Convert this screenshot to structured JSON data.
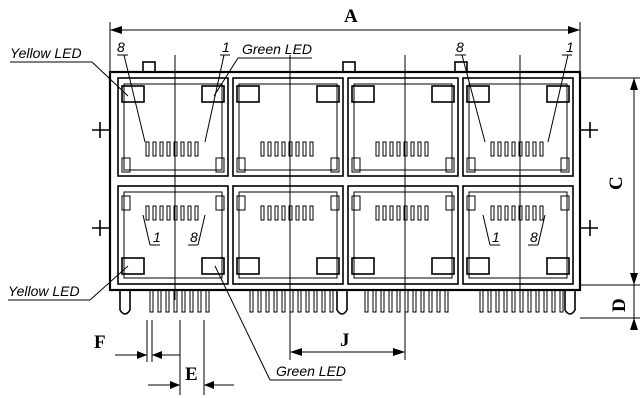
{
  "labels": {
    "yellow_led_top": "Yellow LED",
    "green_led_top": "Green LED",
    "yellow_led_bottom": "Yellow LED",
    "green_led_bottom": "Green LED"
  },
  "pin_numbers": {
    "top_left_8": "8",
    "top_left_1": "1",
    "top_right_8": "8",
    "top_right_1": "1",
    "bottom_left_1": "1",
    "bottom_left_8": "8",
    "bottom_right_1": "1",
    "bottom_right_8": "8"
  },
  "dimensions": {
    "A": "A",
    "C": "C",
    "D": "D",
    "E": "E",
    "F": "F",
    "J": "J"
  }
}
